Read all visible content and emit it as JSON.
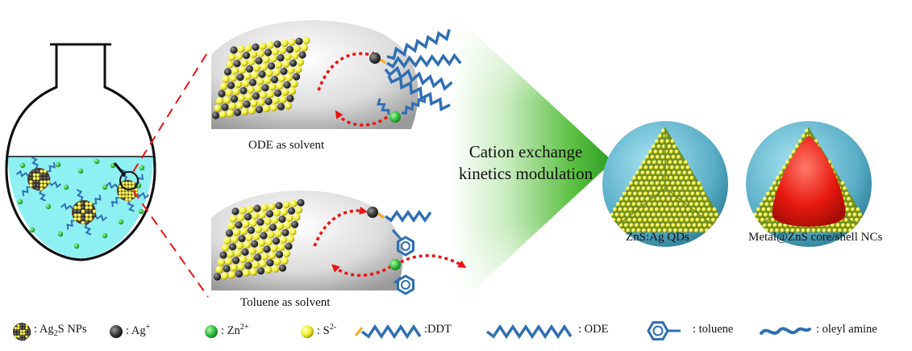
{
  "labels": {
    "ode_solvent": "ODE as solvent",
    "toluene_solvent": "Toluene as solvent",
    "center_line1": "Cation exchange",
    "center_line2": "kinetics modulation",
    "zns_qds": "ZnS:Ag QDs",
    "core_shell": "Metal@ZnS core/shell NCs"
  },
  "legend": {
    "ag2s_prefix": ": Ag",
    "ag2s_sub": "2",
    "ag2s_suffix": "S NPs",
    "ag_ion": ": Ag",
    "ag_ion_sup": "+",
    "zn_ion": ": Zn",
    "zn_ion_sup": "2+",
    "s_ion": ": S",
    "s_ion_sup": "2-",
    "ddt": ":DDT",
    "ode": ": ODE",
    "toluene": ": toluene",
    "oleyl_amine": ": oleyl amine"
  },
  "colors": {
    "liquid": "#8ef0f3",
    "zn_ion": "#2fbf3a",
    "s_atom": "#f2ee2a",
    "ag_ion": "#333333",
    "ligand_blue": "#2f6fb3",
    "arrow_red": "#ee1111",
    "shell": "#5aaec7",
    "core": "#e81a10",
    "big_arrow": "#3fb52d"
  }
}
